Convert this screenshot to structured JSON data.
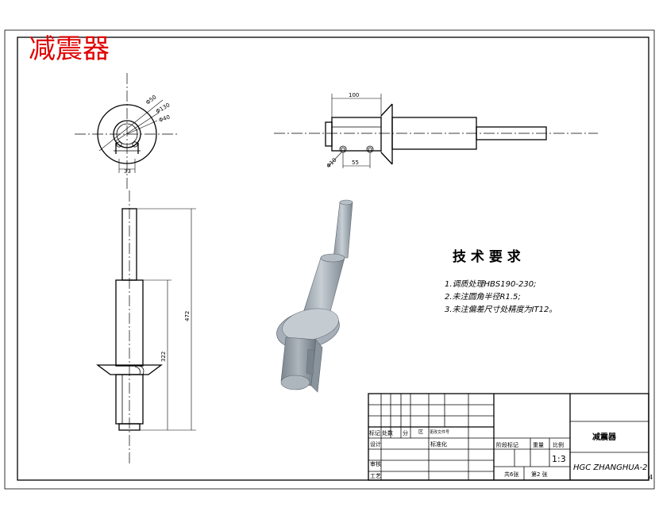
{
  "drawing_title": "减震器",
  "top_view": {
    "dims": {
      "outer": "Φ50",
      "mid": "Φ130",
      "inner": "Φ40",
      "bottom": "33"
    }
  },
  "side_view": {
    "dims": {
      "length_top": "100",
      "hole": "Φ10",
      "spacing": "55"
    }
  },
  "front_view": {
    "dims": {
      "total": "472",
      "lower": "322"
    }
  },
  "tech_requirements": {
    "heading": "技 术 要 求",
    "items": [
      "1.调质处理HBS190-230;",
      "2.未注圆角半径R1.5;",
      "3.未注偏差尺寸处精度为IT12。"
    ]
  },
  "title_block": {
    "labels": {
      "biaoji": "标记",
      "chushu": "处数",
      "fenqu": "分",
      "qu": "区",
      "gengai": "更改文件号",
      "sheji": "设计",
      "biaozhunhua": "标准化",
      "shenhe": "审核",
      "gongyi": "工艺",
      "jieduan": "阶段标记",
      "zhongliang": "重量",
      "bili": "比例",
      "scale": "1:3",
      "gong": "共6张",
      "di": "第2 张"
    },
    "part_name": "减震器",
    "drawing_code": "HGC ZHANGHUA-2"
  },
  "sheet_mark": "4"
}
